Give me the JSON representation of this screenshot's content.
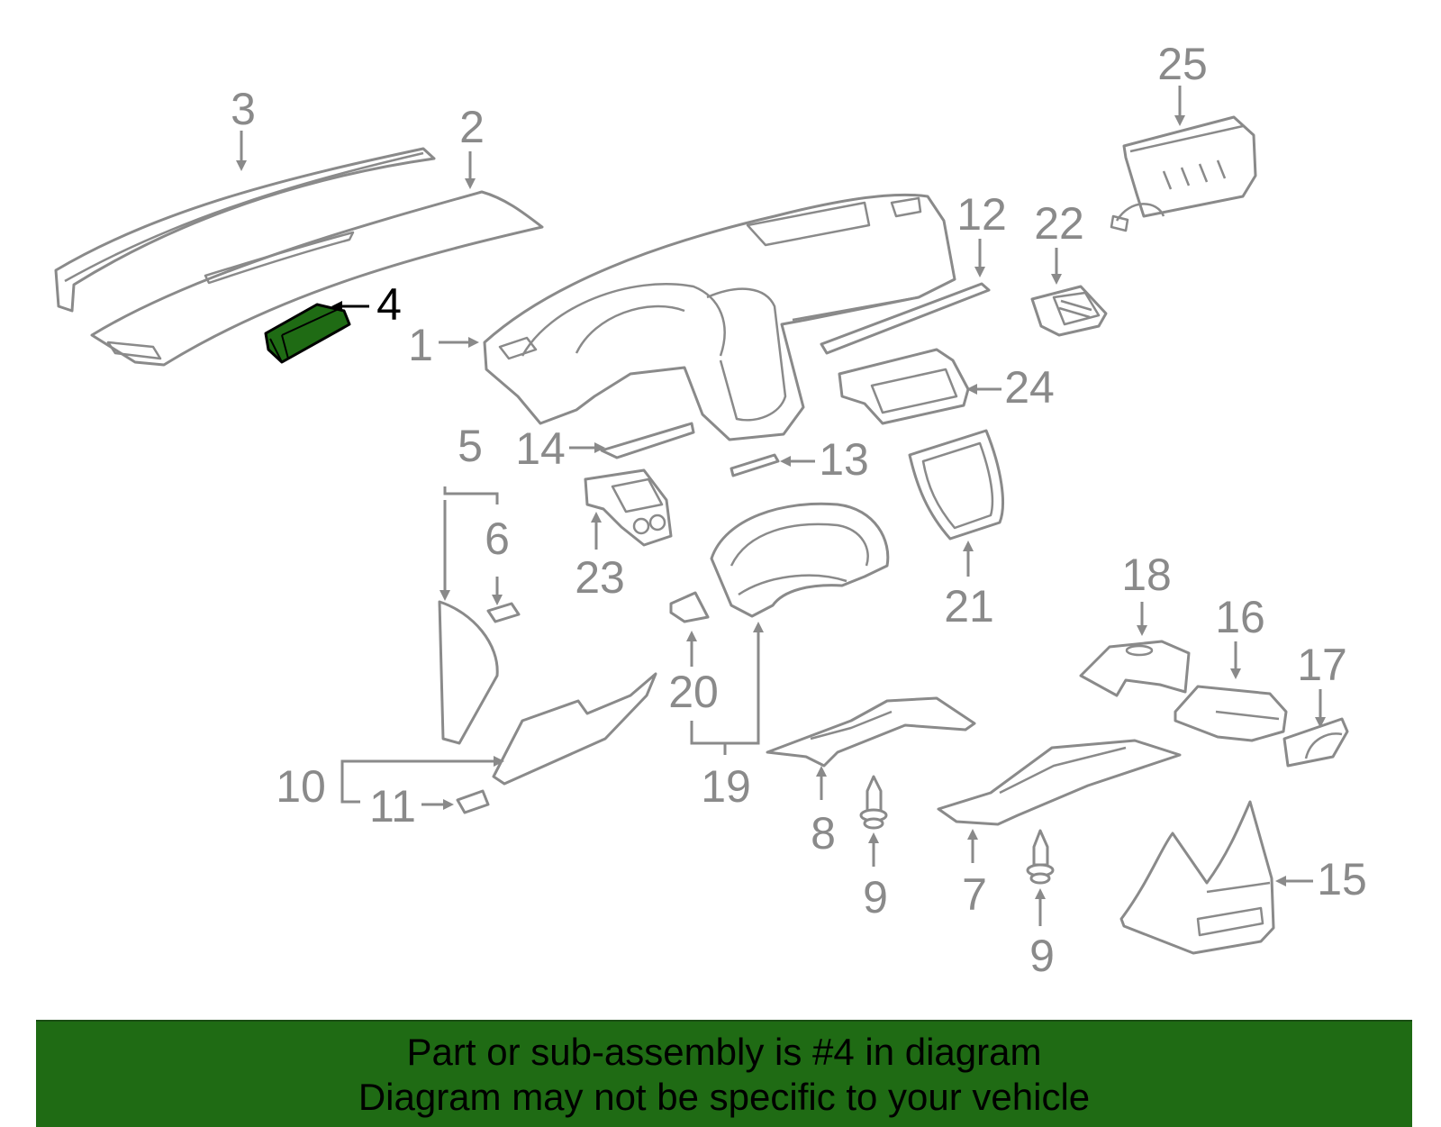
{
  "diagram": {
    "highlight_color": "#1f6b14",
    "line_color": "#8a8a8a",
    "highlighted_part": "4",
    "callouts": {
      "c1": "1",
      "c2": "2",
      "c3": "3",
      "c4": "4",
      "c5": "5",
      "c6": "6",
      "c7": "7",
      "c8": "8",
      "c9a": "9",
      "c9b": "9",
      "c10": "10",
      "c11": "11",
      "c12": "12",
      "c13": "13",
      "c14": "14",
      "c15": "15",
      "c16": "16",
      "c17": "17",
      "c18": "18",
      "c19": "19",
      "c20": "20",
      "c21": "21",
      "c22": "22",
      "c23": "23",
      "c24": "24",
      "c25": "25"
    }
  },
  "banner": {
    "background": "#1f6b14",
    "line1": "Part or sub-assembly is #4 in diagram",
    "line2": "Diagram may not be specific to your vehicle"
  }
}
